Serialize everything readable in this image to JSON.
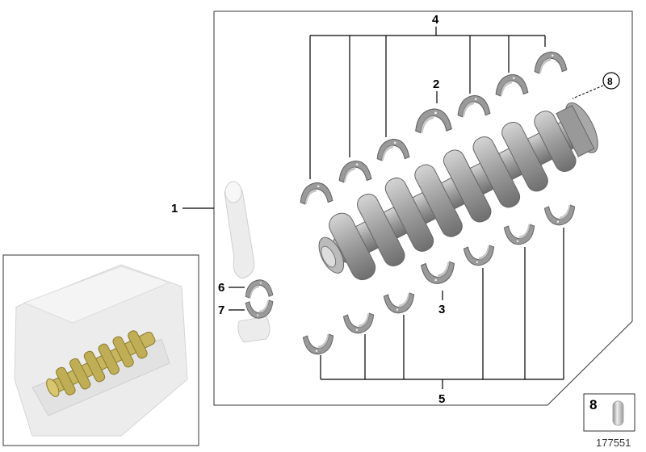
{
  "callouts": {
    "c1": "1",
    "c2": "2",
    "c3": "3",
    "c4": "4",
    "c5": "5",
    "c6": "6",
    "c7": "7",
    "c8": "8"
  },
  "legend_box": {
    "label": "8"
  },
  "diagram_number": "177551",
  "colors": {
    "part_gray": "#9a9a9a",
    "highlight_crankshaft": "#c8b560",
    "ghost_engine": "#e6e6e6"
  }
}
